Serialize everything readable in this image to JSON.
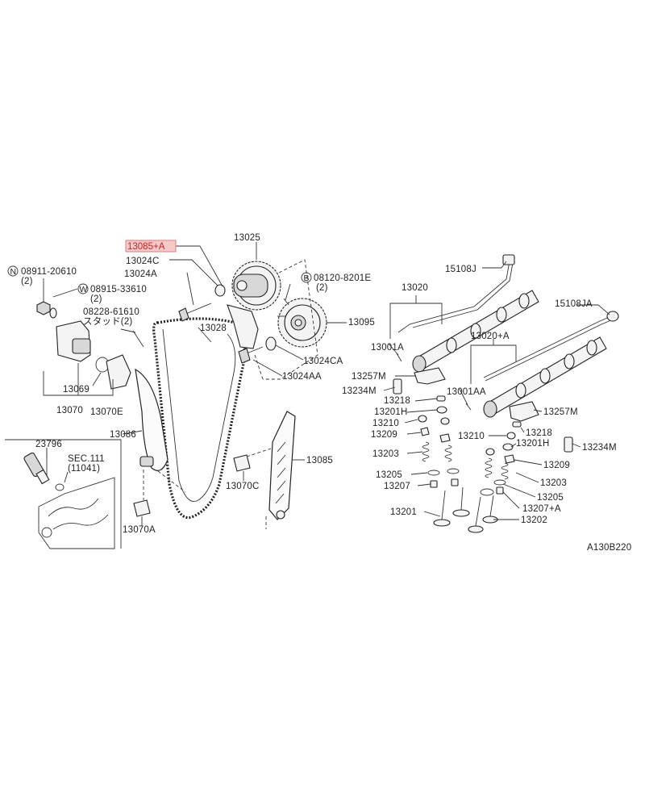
{
  "diagram_code": "A130B220",
  "selected_part": "13085+A",
  "parts": {
    "p13085A": "13085+A",
    "p13024C": "13024C",
    "p13024A": "13024A",
    "p13025": "13025",
    "p13028": "13028",
    "p13024CA": "13024CA",
    "p13024AA": "13024AA",
    "p13095": "13095",
    "p08120": "08120-8201E",
    "p08120_qty": "(2)",
    "p08911": "08911-20610",
    "p08911_qty": "(2)",
    "p08915": "08915-33610",
    "p08915_qty": "(2)",
    "p08228": "08228-61610",
    "p08228_note": "スタッド(2)",
    "p13069": "13069",
    "p13070": "13070",
    "p13070E": "13070E",
    "p13086": "13086",
    "p13070C": "13070C",
    "p13070A": "13070A",
    "p13085": "13085",
    "p23796": "23796",
    "sec111": "SEC.111",
    "sec111_sub": "(11041)",
    "p15108J": "15108J",
    "p15108JA": "15108JA",
    "p13020": "13020",
    "p13020A": "13020+A",
    "p13001A": "13001A",
    "p13001AA": "13001AA",
    "p13257M_l": "13257M",
    "p13257M_r": "13257M",
    "p13234M_l": "13234M",
    "p13234M_r": "13234M",
    "p13218_l": "13218",
    "p13218_r": "13218",
    "p13201H_l": "13201H",
    "p13201H_r": "13201H",
    "p13210_l": "13210",
    "p13210_r": "13210",
    "p13209_l": "13209",
    "p13209_r": "13209",
    "p13203_l": "13203",
    "p13203_r": "13203",
    "p13205_l": "13205",
    "p13205_r": "13205",
    "p13207": "13207",
    "p13207A": "13207+A",
    "p13201": "13201",
    "p13202": "13202"
  },
  "markers": {
    "n": "N",
    "w": "W",
    "b": "B"
  }
}
